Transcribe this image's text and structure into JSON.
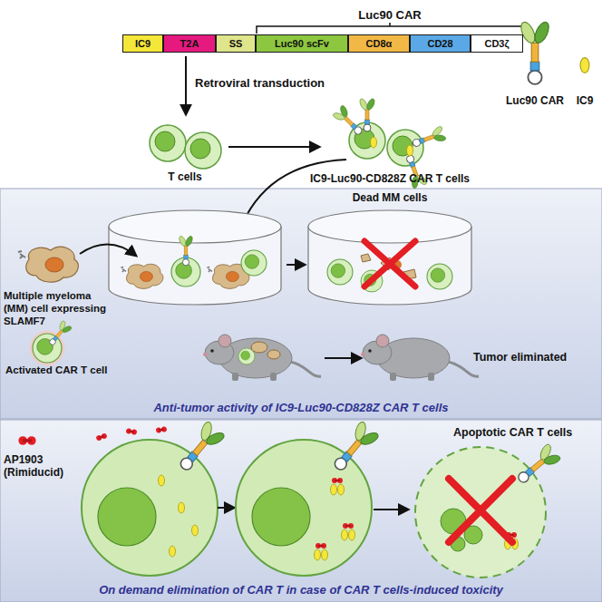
{
  "diagram": {
    "nodes": [
      {
        "text": [
          "IC9"
        ]
      },
      {
        "text": [
          "T2A"
        ]
      },
      {
        "text": [
          "SS"
        ]
      },
      {
        "text": [
          "Luc90 scFv"
        ]
      },
      {
        "text": [
          "CD8α"
        ]
      },
      {
        "text": [
          "CD28"
        ]
      },
      {
        "text": [
          "CD3ζ"
        ]
      },
      {
        "text": [
          "Anti-tumor activity of IC9-Luc90-CD828Z CAR T cells"
        ]
      },
      {
        "text": [
          "On demand elimination of CAR T in case of CAR T cells-induced toxicity"
        ]
      }
    ],
    "labels": [
      "Luc90 CAR",
      "Luc90 CAR",
      "IC9",
      "Retroviral transduction",
      "T cells",
      "IC9-Luc90-CD828Z CAR T cells",
      "Dead MM cells",
      "Multiple myeloma (MM) cell expressing SLAMF7",
      "Activated CAR T cell",
      "Tumor eliminated",
      "AP1903 (Rimiducid)",
      "Apoptotic CAR T cells"
    ]
  }
}
